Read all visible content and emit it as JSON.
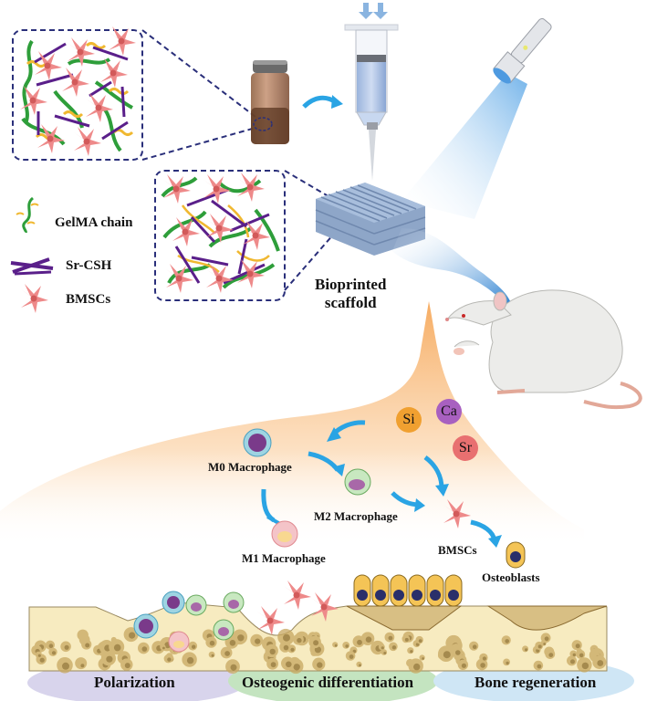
{
  "figure": {
    "type": "schematic illustration",
    "workflow": [
      "bioink in vial",
      "extrusion bioprinting",
      "light crosslinking",
      "bioprinted scaffold",
      "rat implantation",
      "ion release",
      "macrophage polarization",
      "osteogenic differentiation",
      "bone regeneration"
    ]
  },
  "legend": {
    "items": [
      {
        "icon": "gelma-chain-icon",
        "label": "GelMA chain"
      },
      {
        "icon": "sr-csh-icon",
        "label": "Sr-CSH"
      },
      {
        "icon": "bmsc-cell-icon",
        "label": "BMSCs"
      }
    ]
  },
  "scaffold": {
    "label_line1": "Bioprinted",
    "label_line2": "scaffold"
  },
  "ions": [
    {
      "symbol": "Si",
      "color": "#f0a030"
    },
    {
      "symbol": "Ca",
      "color": "#a860c0"
    },
    {
      "symbol": "Sr",
      "color": "#e87070"
    }
  ],
  "cells": {
    "m0": "M0 Macrophage",
    "m1": "M1 Macrophage",
    "m2": "M2 Macrophage",
    "bmscs": "BMSCs",
    "osteoblasts": "Osteoblasts"
  },
  "stages": [
    {
      "label": "Polarization",
      "color": "#d8d4ec"
    },
    {
      "label": "Osteogenic differentiation",
      "color": "#c4e4c0"
    },
    {
      "label": "Bone regeneration",
      "color": "#cfe6f5"
    }
  ],
  "colors": {
    "arrow": "#2aa4e4",
    "dash_box": "#2a2f7a",
    "gelma_green": "#2e9e3a",
    "gelma_yellow": "#f0b830",
    "sr_csh_purple": "#5a1f8a",
    "bmsc_pink": "#ee8a8a",
    "bone": "#f7ebc0",
    "bone_pore": "#b59440",
    "orange_field": "#f7b26a"
  }
}
